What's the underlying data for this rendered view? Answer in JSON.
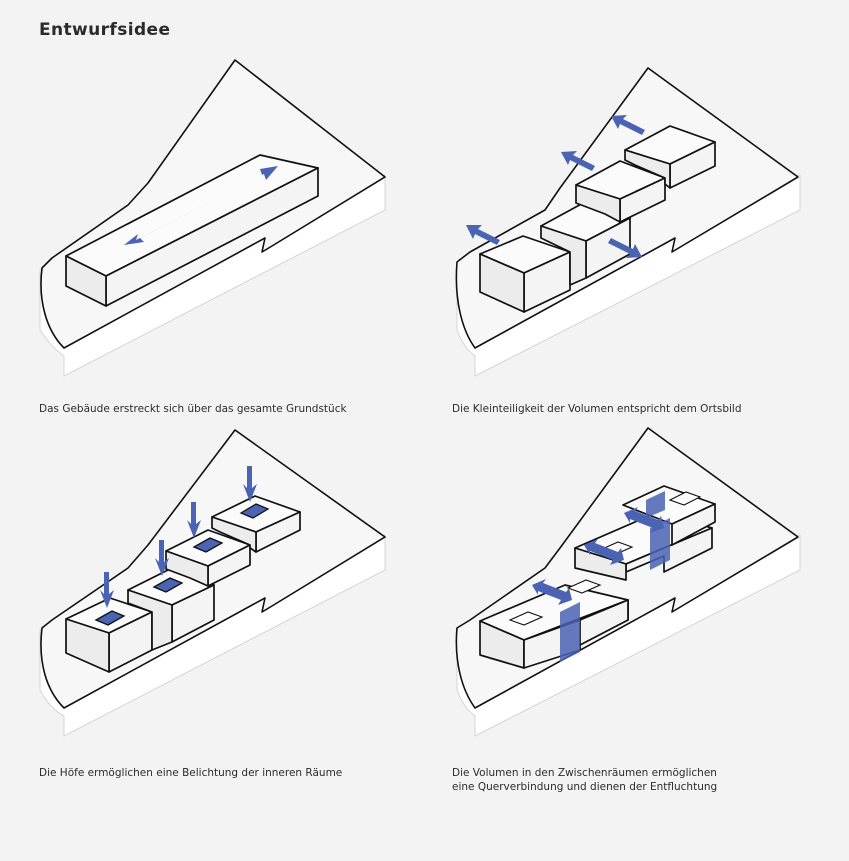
{
  "title": "Entwurfsidee",
  "panels": [
    {
      "caption": "Das Gebäude erstreckt sich über das gesamte Grundstück"
    },
    {
      "caption": "Die Kleinteiligkeit der Volumen entspricht dem Ortsbild"
    },
    {
      "caption": "Die Höfe ermöglichen eine Belichtung der inneren Räume"
    },
    {
      "caption_lines": [
        "Die Volumen in den Zwischenräumen ermöglichen",
        "eine Querverbindung und dienen der Entfluchtung"
      ]
    }
  ],
  "colors": {
    "accent": "#4a63b3",
    "background": "#f3f3f3",
    "line": "#111111"
  }
}
